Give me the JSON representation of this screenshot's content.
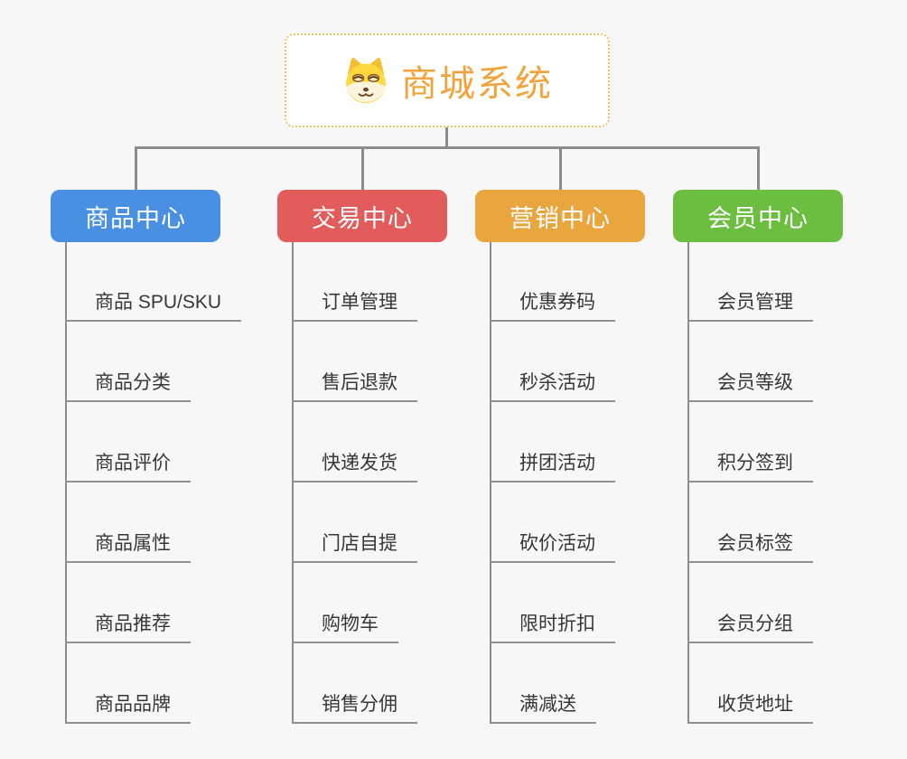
{
  "root": {
    "title": "商城系统",
    "icon": "doge-face-icon",
    "accent_color": "#f0a43c",
    "border_color": "#f5c068"
  },
  "connector_color": "#8c8c8c",
  "branches": [
    {
      "label": "商品中心",
      "color": "#4a90e2",
      "items": [
        "商品 SPU/SKU",
        "商品分类",
        "商品评价",
        "商品属性",
        "商品推荐",
        "商品品牌"
      ]
    },
    {
      "label": "交易中心",
      "color": "#e25c5c",
      "items": [
        "订单管理",
        "售后退款",
        "快递发货",
        "门店自提",
        "购物车",
        "销售分佣"
      ]
    },
    {
      "label": "营销中心",
      "color": "#e9a63e",
      "items": [
        "优惠券码",
        "秒杀活动",
        "拼团活动",
        "砍价活动",
        "限时折扣",
        "满减送"
      ]
    },
    {
      "label": "会员中心",
      "color": "#6cbe40",
      "items": [
        "会员管理",
        "会员等级",
        "积分签到",
        "会员标签",
        "会员分组",
        "收货地址"
      ]
    }
  ]
}
